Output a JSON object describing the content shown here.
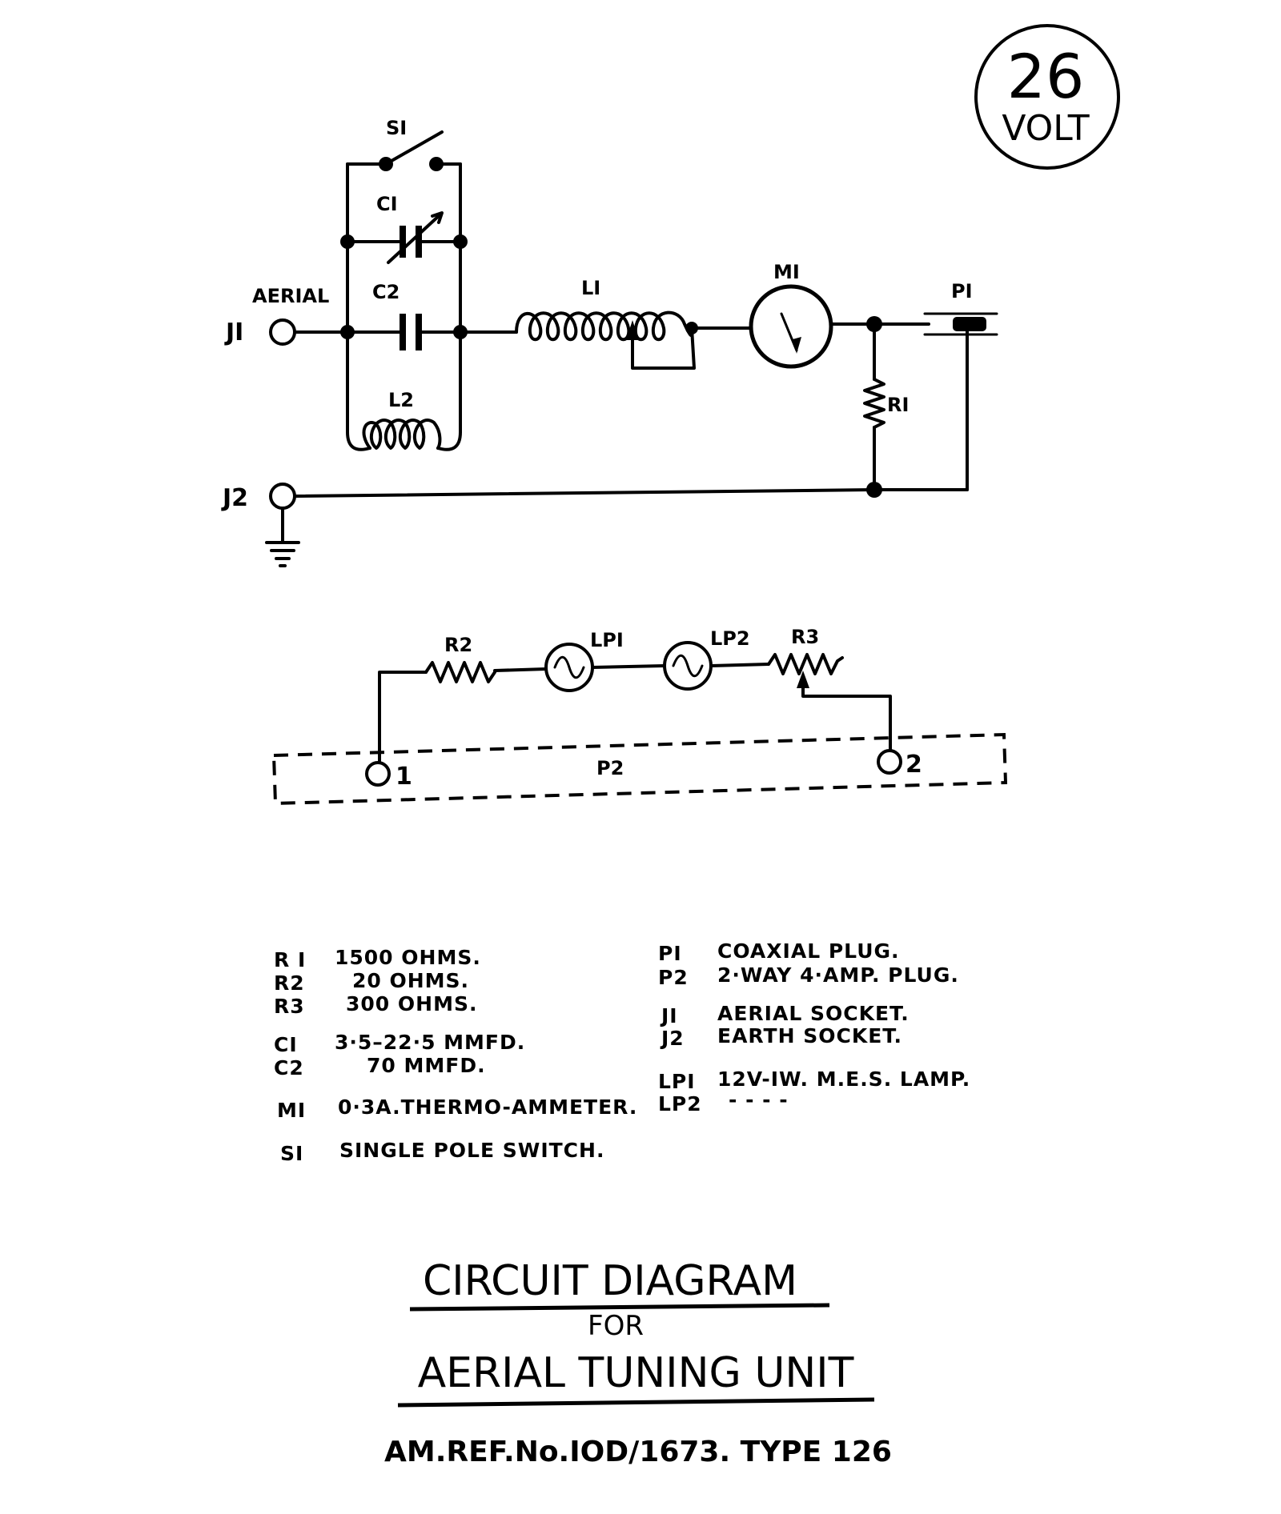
{
  "badge": {
    "number": "26",
    "unit": "VOLT"
  },
  "schematic": {
    "s1": "SI",
    "c1": "CI",
    "c2": "C2",
    "l2": "L2",
    "l1": "LI",
    "m1": "MI",
    "p1": "PI",
    "r1": "RI",
    "aerial": "AERIAL",
    "j1": "JI",
    "j2": "J2"
  },
  "lamp_circuit": {
    "r2": "R2",
    "lp1": "LPI",
    "lp2": "LP2",
    "r3": "R3",
    "p2": "P2",
    "pin1": "1",
    "pin2": "2"
  },
  "legend_left": [
    {
      "ref": "R I",
      "value": "1500  OHMS."
    },
    {
      "ref": "R2",
      "value": "20   OHMS."
    },
    {
      "ref": "R3",
      "value": "300  OHMS."
    },
    {
      "ref": "CI",
      "value": "3·5–22·5 MMFD."
    },
    {
      "ref": "C2",
      "value": "70 MMFD."
    },
    {
      "ref": "MI",
      "value": "0·3A.THERMO-AMMETER."
    },
    {
      "ref": "SI",
      "value": "SINGLE POLE SWITCH."
    }
  ],
  "legend_right": [
    {
      "ref": "PI",
      "value": "COAXIAL  PLUG."
    },
    {
      "ref": "P2",
      "value": "2·WAY 4·AMP. PLUG."
    },
    {
      "ref": "JI",
      "value": "AERIAL  SOCKET."
    },
    {
      "ref": "J2",
      "value": "EARTH  SOCKET."
    },
    {
      "ref": "LPI",
      "value": "12V-IW. M.E.S. LAMP."
    },
    {
      "ref": "LP2",
      "value": "-     -       -       -"
    }
  ],
  "title": {
    "line1": "CIRCUIT   DIAGRAM",
    "line2": "FOR",
    "line3": "AERIAL  TUNING  UNIT",
    "ref": "AM.REF.No.IOD/1673.  TYPE 126"
  }
}
